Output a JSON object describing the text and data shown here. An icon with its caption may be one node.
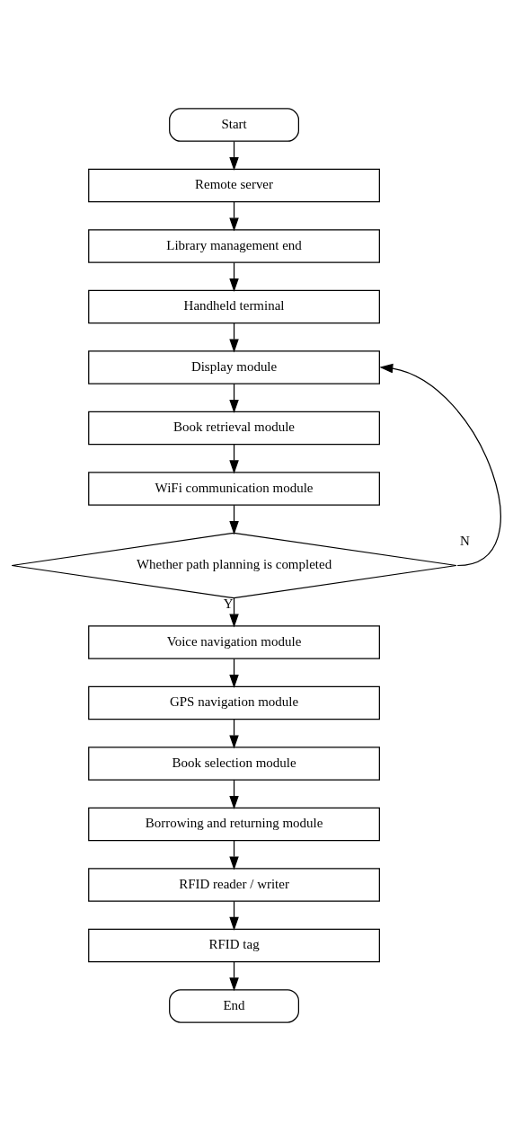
{
  "diagram": {
    "nodes": [
      {
        "text": [
          "Start"
        ]
      },
      {
        "text": [
          "Remote server"
        ]
      },
      {
        "text": [
          "Library management end"
        ]
      },
      {
        "text": [
          "Handheld terminal"
        ]
      },
      {
        "text": [
          "Display module"
        ]
      },
      {
        "text": [
          "Book retrieval module"
        ]
      },
      {
        "text": [
          "WiFi communication module"
        ]
      },
      {
        "text": [
          "Whether path planning is completed"
        ]
      },
      {
        "text": [
          "Voice navigation module"
        ]
      },
      {
        "text": [
          "GPS navigation module"
        ]
      },
      {
        "text": [
          "Book selection module"
        ]
      },
      {
        "text": [
          "Borrowing and returning module"
        ]
      },
      {
        "text": [
          "RFID reader / writer"
        ]
      },
      {
        "text": [
          "RFID tag"
        ]
      },
      {
        "text": [
          "End"
        ]
      }
    ],
    "edges": [
      {
        "from": 0,
        "to": 1,
        "arrow": "to"
      },
      {
        "from": 1,
        "to": 2,
        "arrow": "to"
      },
      {
        "from": 2,
        "to": 3,
        "arrow": "to"
      },
      {
        "from": 3,
        "to": 4,
        "arrow": "to"
      },
      {
        "from": 4,
        "to": 5,
        "arrow": "to"
      },
      {
        "from": 5,
        "to": 6,
        "arrow": "to"
      },
      {
        "from": 6,
        "to": 7,
        "arrow": "to"
      },
      {
        "from": 7,
        "to": 4,
        "arrow": "to",
        "label": "N"
      },
      {
        "from": 7,
        "to": 8,
        "arrow": "to",
        "label": "Y"
      },
      {
        "from": 8,
        "to": 9,
        "arrow": "to"
      },
      {
        "from": 9,
        "to": 10,
        "arrow": "to"
      },
      {
        "from": 10,
        "to": 11,
        "arrow": "to"
      },
      {
        "from": 11,
        "to": 12,
        "arrow": "to"
      },
      {
        "from": 12,
        "to": 13,
        "arrow": "to"
      },
      {
        "from": 13,
        "to": 14,
        "arrow": "to"
      }
    ]
  }
}
